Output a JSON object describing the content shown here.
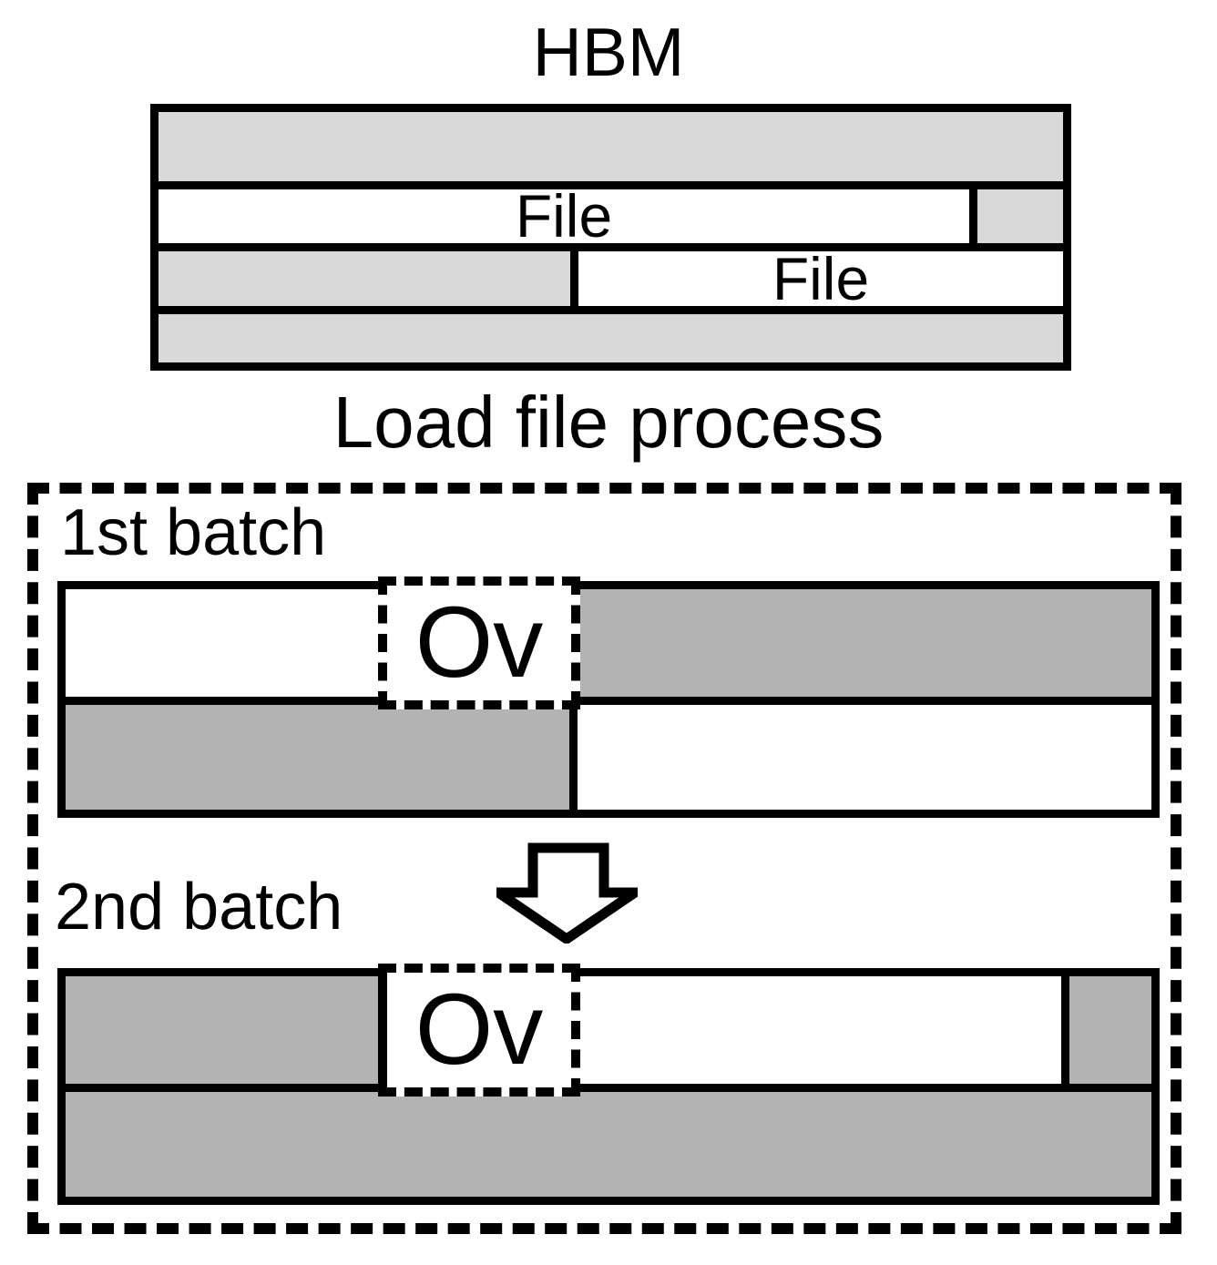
{
  "diagram": {
    "hbm": {
      "title": "HBM",
      "caption": "Load file process",
      "rows": [
        {
          "type": "free-space",
          "fill": "#D9D9D9",
          "label": ""
        },
        {
          "type": "file",
          "fill": "#FFFFFF",
          "label": "File",
          "trailing_free_fill": "#D9D9D9"
        },
        {
          "type": "file",
          "fill": "#FFFFFF",
          "label": "File",
          "leading_free_fill": "#D9D9D9"
        },
        {
          "type": "free-space",
          "fill": "#D9D9D9",
          "label": ""
        }
      ]
    },
    "batches": {
      "first": {
        "label": "1st batch",
        "overlap": "Ov"
      },
      "second": {
        "label": "2nd batch",
        "overlap": "Ov"
      }
    },
    "colors": {
      "hbm_free_gray": "#D9D9D9",
      "batch_used_gray": "#B3B3B3",
      "segment_white": "#FFFFFF",
      "line_black": "#000000"
    }
  }
}
